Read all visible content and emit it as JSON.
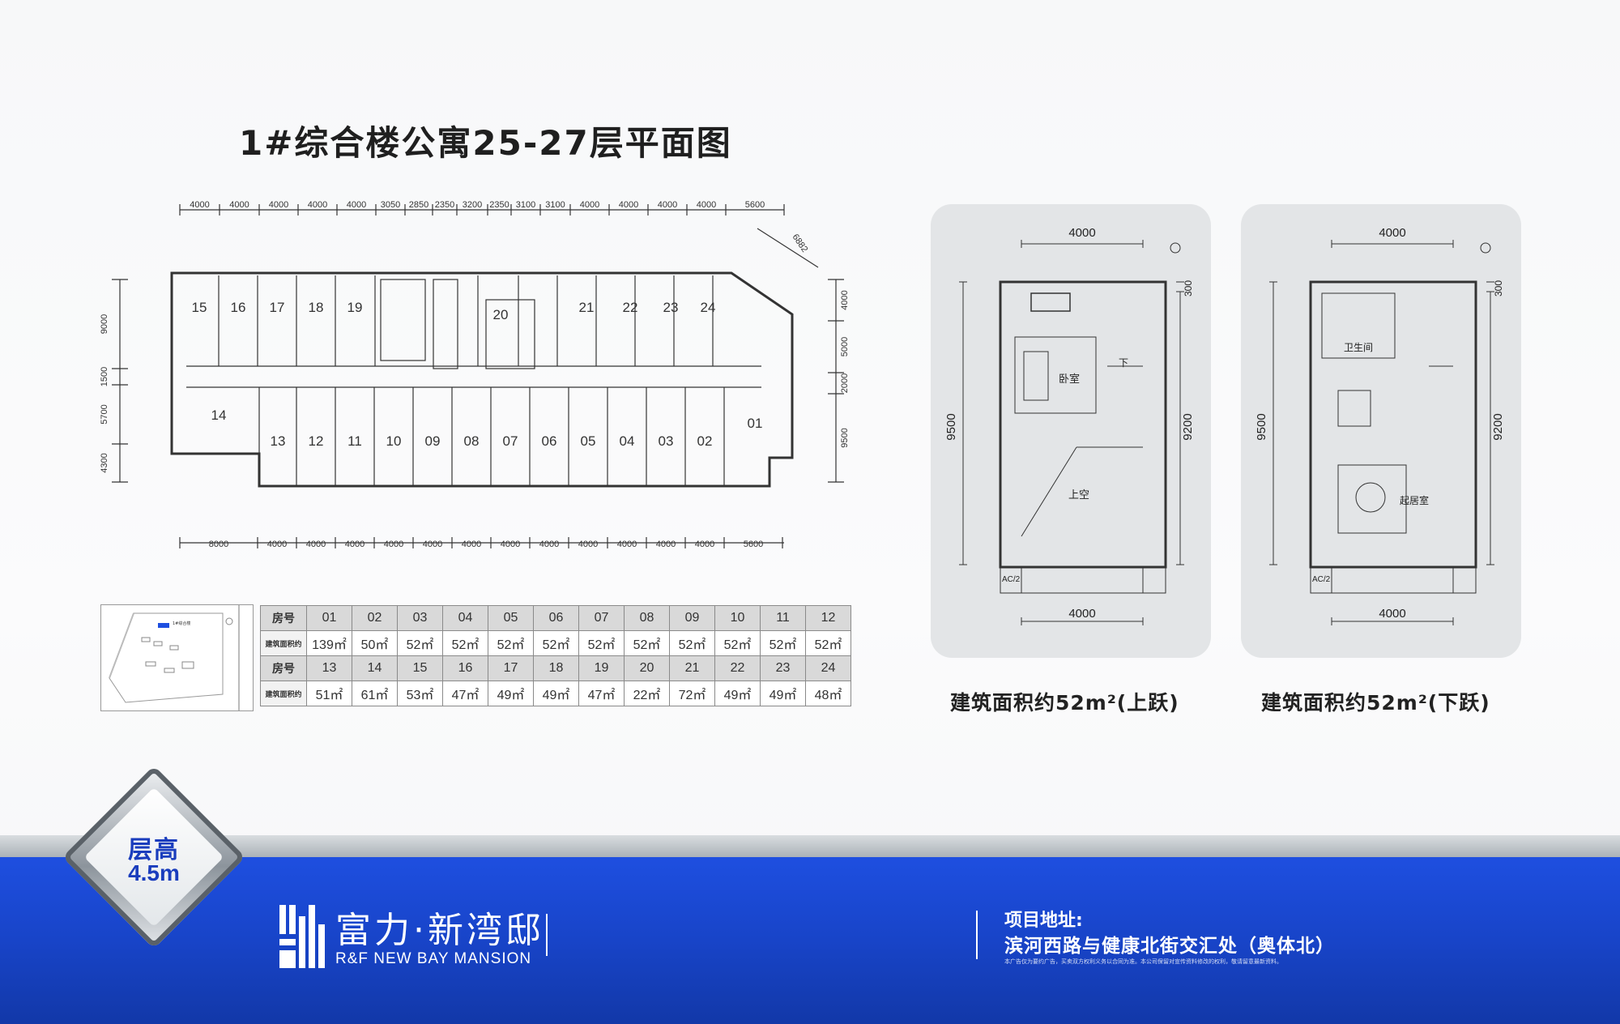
{
  "title": "1#综合楼公寓25-27层平面图",
  "floor_plan": {
    "top_dims": [
      "4000",
      "4000",
      "4000",
      "4000",
      "4000",
      "3050",
      "2850",
      "2350",
      "3200",
      "2350",
      "3100",
      "3100",
      "4000",
      "4000",
      "4000",
      "4000",
      "5600"
    ],
    "bottom_dims": [
      "8000",
      "4000",
      "4000",
      "4000",
      "4000",
      "4000",
      "4000",
      "4000",
      "4000",
      "4000",
      "4000",
      "4000",
      "4000",
      "5600"
    ],
    "left_dims": [
      "9000",
      "1500",
      "5700",
      "4300"
    ],
    "right_dims": [
      "4000",
      "5000",
      "2000",
      "9500"
    ],
    "diag_dim": "6882",
    "upper_rooms": [
      "15",
      "16",
      "17",
      "18",
      "19",
      "20",
      "21",
      "22",
      "23",
      "24"
    ],
    "lower_rooms": [
      "14",
      "13",
      "12",
      "11",
      "10",
      "09",
      "08",
      "07",
      "06",
      "05",
      "04",
      "03",
      "02",
      "01"
    ]
  },
  "room_table": {
    "row1_label": "房号",
    "row1": [
      "01",
      "02",
      "03",
      "04",
      "05",
      "06",
      "07",
      "08",
      "09",
      "10",
      "11",
      "12"
    ],
    "row2_label": "建筑面积约",
    "row2": [
      "139㎡",
      "50㎡",
      "52㎡",
      "52㎡",
      "52㎡",
      "52㎡",
      "52㎡",
      "52㎡",
      "52㎡",
      "52㎡",
      "52㎡",
      "52㎡"
    ],
    "row3_label": "房号",
    "row3": [
      "13",
      "14",
      "15",
      "16",
      "17",
      "18",
      "19",
      "20",
      "21",
      "22",
      "23",
      "24"
    ],
    "row4_label": "建筑面积约",
    "row4": [
      "51㎡",
      "61㎡",
      "53㎡",
      "47㎡",
      "49㎡",
      "49㎡",
      "47㎡",
      "22㎡",
      "72㎡",
      "49㎡",
      "49㎡",
      "48㎡"
    ]
  },
  "sitemap_label": "1#综合楼",
  "unit_upper": {
    "caption": "建筑面积约52m²(上跃)",
    "dim_top": "4000",
    "dim_bottom": "4000",
    "dim_left": "9500",
    "dim_right": "9200",
    "dim_right_top": "300",
    "room_bedroom": "卧室",
    "room_void": "上空",
    "stair_label": "下",
    "ac_label": "AC/2"
  },
  "unit_lower": {
    "caption": "建筑面积约52m²(下跃)",
    "dim_top": "4000",
    "dim_bottom": "4000",
    "dim_left": "9500",
    "dim_right": "9200",
    "dim_right_top": "300",
    "room_bath": "卫生间",
    "room_living": "起居室",
    "ac_label": "AC/2"
  },
  "badge": {
    "line1": "层高",
    "line2": "4.5m"
  },
  "brand": {
    "cn": "富力·新湾邸",
    "en": "R&F NEW BAY MANSION"
  },
  "address": {
    "label": "项目地址:",
    "text": "滨河西路与健康北街交汇处（奥体北）",
    "disclaimer": "本广告仅为要约广告，买卖双方权利义务以合同为准。本公司保留对宣传资料修改的权利，敬请留意最新资料。"
  },
  "colors": {
    "brand_blue": "#1e4fe0",
    "card_gray": "#e3e5e7",
    "title": "#1f1f1f"
  }
}
